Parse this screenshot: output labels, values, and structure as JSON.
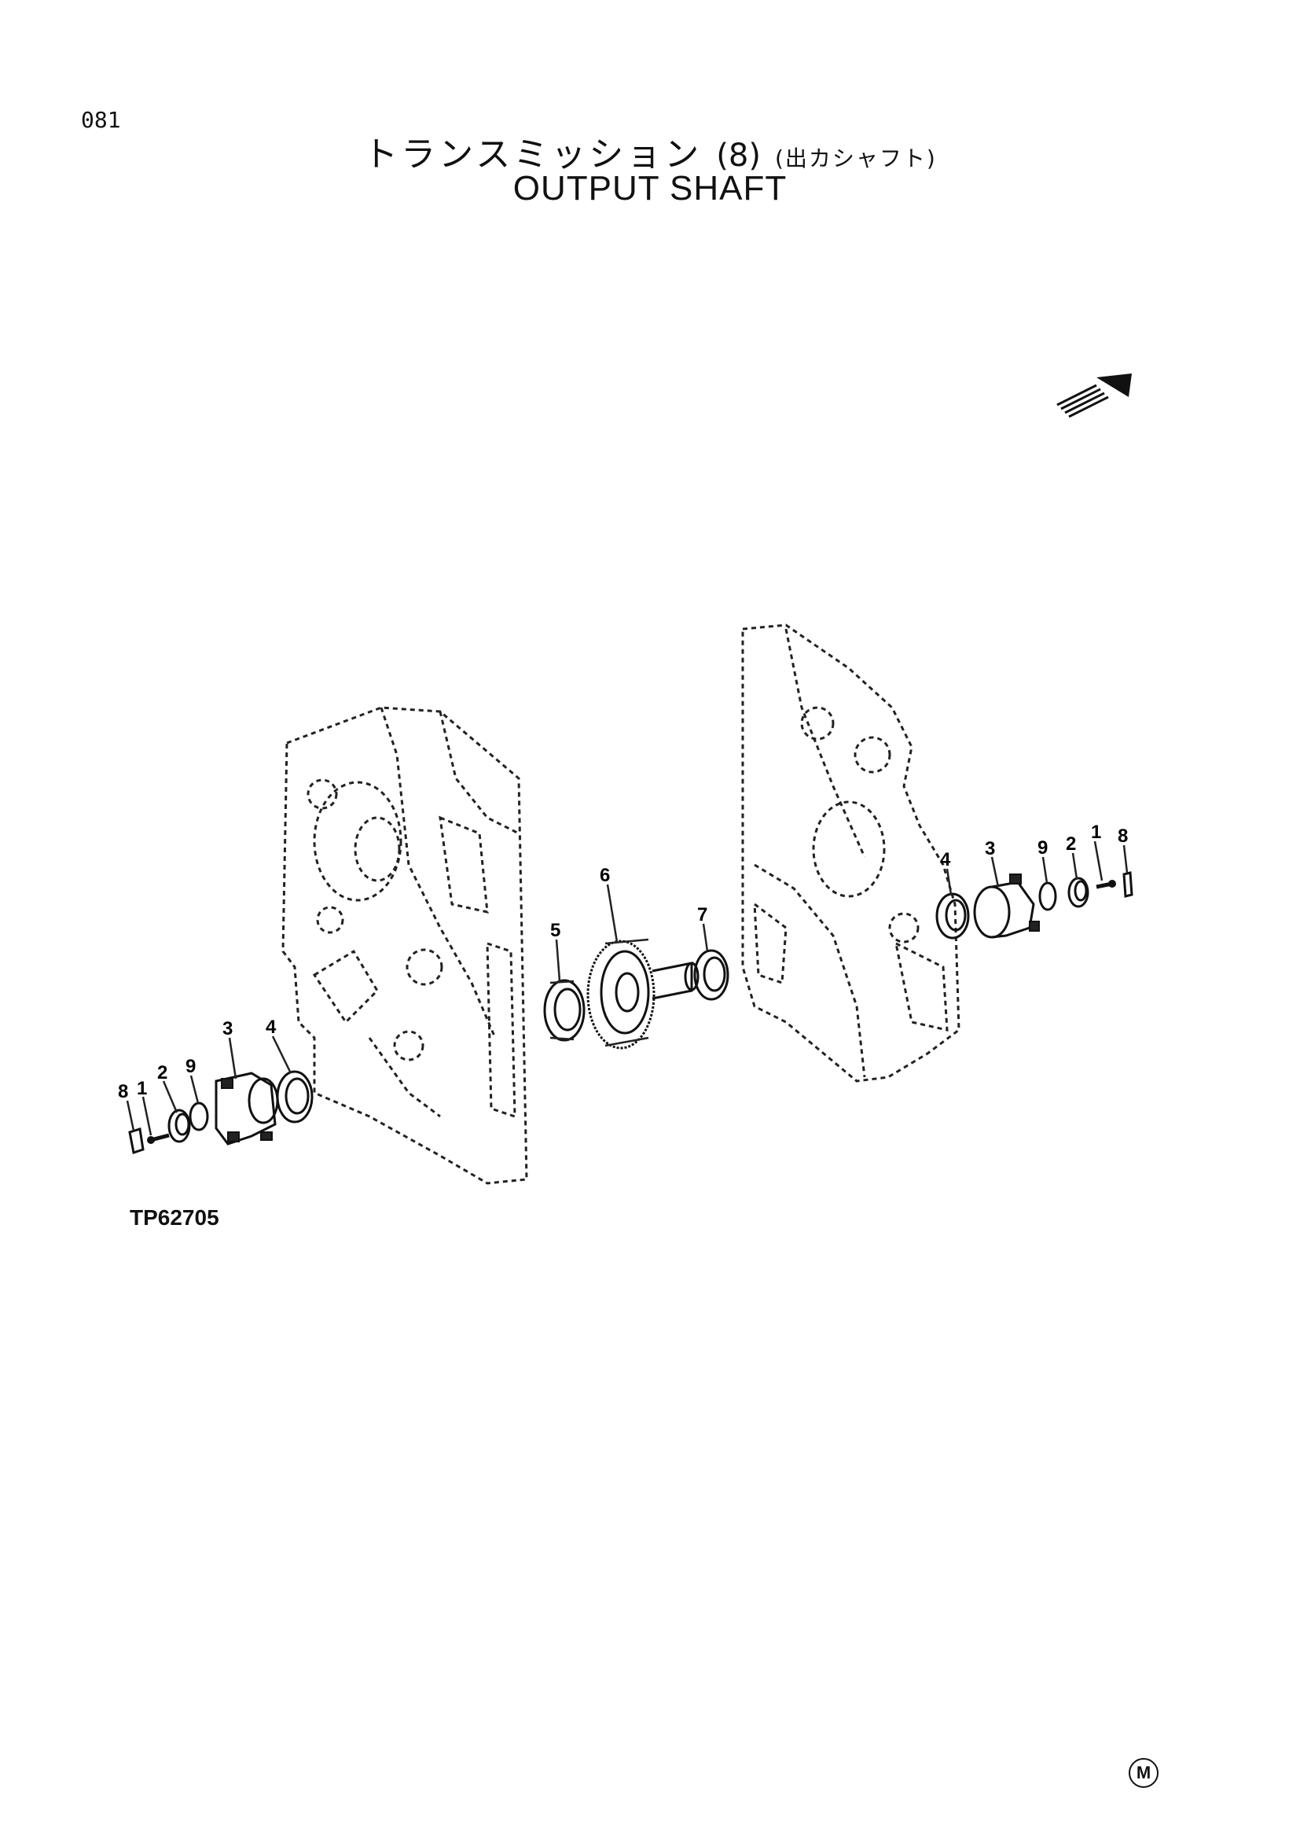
{
  "page_code": "081",
  "title": {
    "japanese_main": "トランスミッション",
    "number": "(8)",
    "japanese_sub": "(出カシャフト)",
    "english": "OUTPUT  SHAFT"
  },
  "figure_code": "TP62705",
  "corner_mark": "M",
  "callouts": {
    "left_8": "8",
    "left_1": "1",
    "left_2": "2",
    "left_9": "9",
    "left_3": "3",
    "left_4": "4",
    "center_5": "5",
    "center_6": "6",
    "center_7": "7",
    "right_4": "4",
    "right_3": "3",
    "right_9": "9",
    "right_2": "2",
    "right_1": "1",
    "right_8": "8"
  }
}
